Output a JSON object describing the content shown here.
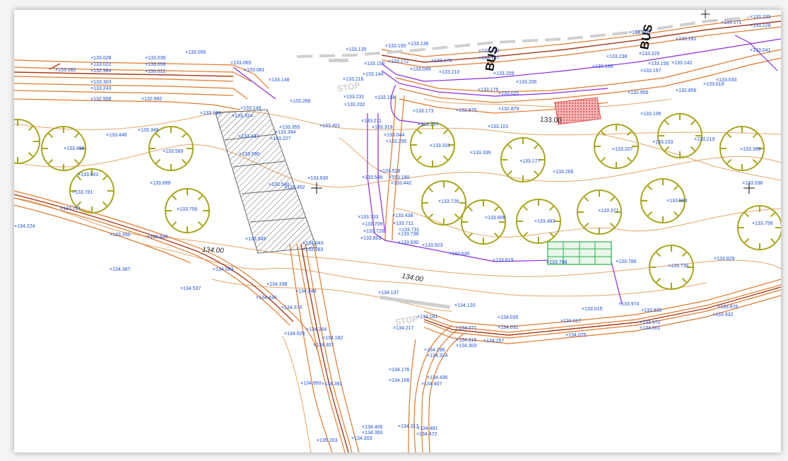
{
  "colors": {
    "road": "#e0792a",
    "road_dark": "#a63b1c",
    "curb": "#8a2be2",
    "contour": "#e3a66a",
    "tree": "#a8a61a",
    "spot": "#1d4fd8",
    "hatch": "#666666",
    "red_block": "#e24a4a",
    "green_block": "#2bb04a",
    "stop_bar": "#cfcfcf"
  },
  "icons": [
    "tree-symbol",
    "crosshair-icon",
    "spot-height-marker"
  ],
  "contour_labels": [
    {
      "id": "c1",
      "text": "134.00"
    },
    {
      "id": "c2",
      "text": "134.00"
    },
    {
      "id": "c3",
      "text": "133.00"
    }
  ],
  "markings": [
    {
      "id": "bus1",
      "text": "BUS"
    },
    {
      "id": "bus2",
      "text": "BUS"
    },
    {
      "id": "stop1",
      "text": "STOP"
    },
    {
      "id": "stop2",
      "text": "STOP"
    }
  ],
  "spot_heights": [
    {
      "id": "s1",
      "text": "133.028"
    },
    {
      "id": "s2",
      "text": "133.022"
    },
    {
      "id": "s3",
      "text": "133.082"
    },
    {
      "id": "s4",
      "text": "132.984"
    },
    {
      "id": "s5",
      "text": "133.303"
    },
    {
      "id": "s6",
      "text": "133.243"
    },
    {
      "id": "s7",
      "text": "132.958"
    },
    {
      "id": "s8",
      "text": "133.039"
    },
    {
      "id": "s9",
      "text": "133.059"
    },
    {
      "id": "s10",
      "text": "133.012"
    },
    {
      "id": "s11",
      "text": "132.892"
    },
    {
      "id": "s12",
      "text": "133.056"
    },
    {
      "id": "s13",
      "text": "133.065"
    },
    {
      "id": "s14",
      "text": "133.081"
    },
    {
      "id": "s15",
      "text": "133.148"
    },
    {
      "id": "s16",
      "text": "133.268"
    },
    {
      "id": "s17",
      "text": "133.145"
    },
    {
      "id": "s18",
      "text": "133.168"
    },
    {
      "id": "s19",
      "text": "133.324"
    },
    {
      "id": "s20",
      "text": "133.349"
    },
    {
      "id": "s21",
      "text": "133.446"
    },
    {
      "id": "s22",
      "text": "133.498"
    },
    {
      "id": "s23",
      "text": "133.569"
    },
    {
      "id": "s24",
      "text": "133.437"
    },
    {
      "id": "s25",
      "text": "133.355"
    },
    {
      "id": "s26",
      "text": "133.394"
    },
    {
      "id": "s27",
      "text": "133.227"
    },
    {
      "id": "s28",
      "text": "133.401"
    },
    {
      "id": "s29",
      "text": "133.590"
    },
    {
      "id": "s30",
      "text": "133.601"
    },
    {
      "id": "s31",
      "text": "133.781"
    },
    {
      "id": "s32",
      "text": "133.899"
    },
    {
      "id": "s33",
      "text": "133.630"
    },
    {
      "id": "s34",
      "text": "133.452"
    },
    {
      "id": "s35",
      "text": "133.540"
    },
    {
      "id": "s36",
      "text": "133.781"
    },
    {
      "id": "s37",
      "text": "133.756"
    },
    {
      "id": "s38",
      "text": "134.224"
    },
    {
      "id": "s39",
      "text": "133.939"
    },
    {
      "id": "s40",
      "text": "133.350"
    },
    {
      "id": "s41",
      "text": "133.945"
    },
    {
      "id": "s42",
      "text": "134.043"
    },
    {
      "id": "s43",
      "text": "133.983"
    },
    {
      "id": "s44",
      "text": "134.387"
    },
    {
      "id": "s45",
      "text": "134.083"
    },
    {
      "id": "s46",
      "text": "134.537"
    },
    {
      "id": "s47",
      "text": "134.338"
    },
    {
      "id": "s48",
      "text": "134.430"
    },
    {
      "id": "s49",
      "text": "134.249"
    },
    {
      "id": "s50",
      "text": "134.373"
    },
    {
      "id": "s51",
      "text": "134.625"
    },
    {
      "id": "s52",
      "text": "134.264"
    },
    {
      "id": "s53",
      "text": "134.182"
    },
    {
      "id": "s54",
      "text": "134.307"
    },
    {
      "id": "s55",
      "text": "134.950"
    },
    {
      "id": "s56",
      "text": "134.391"
    },
    {
      "id": "s57",
      "text": "134.406"
    },
    {
      "id": "s58",
      "text": "134.393"
    },
    {
      "id": "s59",
      "text": "135.203"
    },
    {
      "id": "s60",
      "text": "134.303"
    },
    {
      "id": "s61",
      "text": "133.135"
    },
    {
      "id": "s62",
      "text": "133.150"
    },
    {
      "id": "s63",
      "text": "133.136"
    },
    {
      "id": "s64",
      "text": "133.156"
    },
    {
      "id": "s65",
      "text": "133.172"
    },
    {
      "id": "s66",
      "text": "133.175"
    },
    {
      "id": "s67",
      "text": "133.144"
    },
    {
      "id": "s68",
      "text": "133.049"
    },
    {
      "id": "s69",
      "text": "133.210"
    },
    {
      "id": "s70",
      "text": "133.218"
    },
    {
      "id": "s71",
      "text": "133.231"
    },
    {
      "id": "s72",
      "text": "133.202"
    },
    {
      "id": "s73",
      "text": "133.158"
    },
    {
      "id": "s74",
      "text": "133.173"
    },
    {
      "id": "s75",
      "text": "133.170"
    },
    {
      "id": "s76",
      "text": "133.197"
    },
    {
      "id": "s77",
      "text": "133.209"
    },
    {
      "id": "s78",
      "text": "133.206"
    },
    {
      "id": "s79",
      "text": "133.175"
    },
    {
      "id": "s80",
      "text": "133.025"
    },
    {
      "id": "s81",
      "text": "132.879"
    },
    {
      "id": "s82",
      "text": "132.875"
    },
    {
      "id": "s83",
      "text": "133.211"
    },
    {
      "id": "s84",
      "text": "133.257"
    },
    {
      "id": "s85",
      "text": "133.101"
    },
    {
      "id": "s86",
      "text": "133.319"
    },
    {
      "id": "s87",
      "text": "133.044"
    },
    {
      "id": "s88",
      "text": "133.295"
    },
    {
      "id": "s89",
      "text": "133.331"
    },
    {
      "id": "s90",
      "text": "133.339"
    },
    {
      "id": "s91",
      "text": "133.177"
    },
    {
      "id": "s92",
      "text": "133.265"
    },
    {
      "id": "s93",
      "text": "133.528"
    },
    {
      "id": "s94",
      "text": "133.180"
    },
    {
      "id": "s95",
      "text": "133.548"
    },
    {
      "id": "s96",
      "text": "133.442"
    },
    {
      "id": "s97",
      "text": "133.726"
    },
    {
      "id": "s98",
      "text": "133.606"
    },
    {
      "id": "s99",
      "text": "133.483"
    },
    {
      "id": "s100",
      "text": "133.371"
    },
    {
      "id": "s101",
      "text": "133.733"
    },
    {
      "id": "s102",
      "text": "133.438"
    },
    {
      "id": "s103",
      "text": "133.709"
    },
    {
      "id": "s104",
      "text": "133.711"
    },
    {
      "id": "s105",
      "text": "133.731"
    },
    {
      "id": "s106",
      "text": "133.728"
    },
    {
      "id": "s107",
      "text": "133.736"
    },
    {
      "id": "s108",
      "text": "133.803"
    },
    {
      "id": "s109",
      "text": "133.830"
    },
    {
      "id": "s110",
      "text": "133.923"
    },
    {
      "id": "s111",
      "text": "133.630"
    },
    {
      "id": "s112",
      "text": "133.819"
    },
    {
      "id": "s113",
      "text": "133.798"
    },
    {
      "id": "s114",
      "text": "133.786"
    },
    {
      "id": "s115",
      "text": "133.233"
    },
    {
      "id": "s116",
      "text": "133.216"
    },
    {
      "id": "s117",
      "text": "133.238"
    },
    {
      "id": "s118",
      "text": "133.225"
    },
    {
      "id": "s119",
      "text": "133.168"
    },
    {
      "id": "s120",
      "text": "133.197"
    },
    {
      "id": "s121",
      "text": "133.156"
    },
    {
      "id": "s122",
      "text": "133.142"
    },
    {
      "id": "s123",
      "text": "133.161"
    },
    {
      "id": "s124",
      "text": "133.171"
    },
    {
      "id": "s125",
      "text": "133.128"
    },
    {
      "id": "s126",
      "text": "133.041"
    },
    {
      "id": "s127",
      "text": "133.033"
    },
    {
      "id": "s128",
      "text": "133.018"
    },
    {
      "id": "s129",
      "text": "132.856"
    },
    {
      "id": "s130",
      "text": "132.955"
    },
    {
      "id": "s131",
      "text": "133.106"
    },
    {
      "id": "s132",
      "text": "133.207"
    },
    {
      "id": "s133",
      "text": "133.233"
    },
    {
      "id": "s134",
      "text": "133.219"
    },
    {
      "id": "s135",
      "text": "133.369"
    },
    {
      "id": "s136",
      "text": "133.536"
    },
    {
      "id": "s137",
      "text": "133.569"
    },
    {
      "id": "s138",
      "text": "133.759"
    },
    {
      "id": "s139",
      "text": "133.736"
    },
    {
      "id": "s140",
      "text": "133.829"
    },
    {
      "id": "s141",
      "text": "133.974"
    },
    {
      "id": "s142",
      "text": "134.137"
    },
    {
      "id": "s143",
      "text": "134.120"
    },
    {
      "id": "s144",
      "text": "134.181"
    },
    {
      "id": "s145",
      "text": "134.217"
    },
    {
      "id": "s146",
      "text": "134.035"
    },
    {
      "id": "s147",
      "text": "134.031"
    },
    {
      "id": "s148",
      "text": "134.071"
    },
    {
      "id": "s149",
      "text": "134.215"
    },
    {
      "id": "s150",
      "text": "134.303"
    },
    {
      "id": "s151",
      "text": "134.196"
    },
    {
      "id": "s152",
      "text": "134.324"
    },
    {
      "id": "s153",
      "text": "134.257"
    },
    {
      "id": "s154",
      "text": "134.075"
    },
    {
      "id": "s155",
      "text": "133.935"
    },
    {
      "id": "s156",
      "text": "133.932"
    },
    {
      "id": "s157",
      "text": "133.876"
    },
    {
      "id": "s158",
      "text": "134.001"
    },
    {
      "id": "s159",
      "text": "134.176"
    },
    {
      "id": "s160",
      "text": "134.106"
    },
    {
      "id": "s161",
      "text": "134.436"
    },
    {
      "id": "s162",
      "text": "134.407"
    },
    {
      "id": "s163",
      "text": "134.313"
    },
    {
      "id": "s164",
      "text": "134.481"
    },
    {
      "id": "s165",
      "text": "134.472"
    },
    {
      "id": "s166",
      "text": "133.015"
    },
    {
      "id": "s167",
      "text": "134.017"
    },
    {
      "id": "s168",
      "text": "133.972"
    }
  ]
}
